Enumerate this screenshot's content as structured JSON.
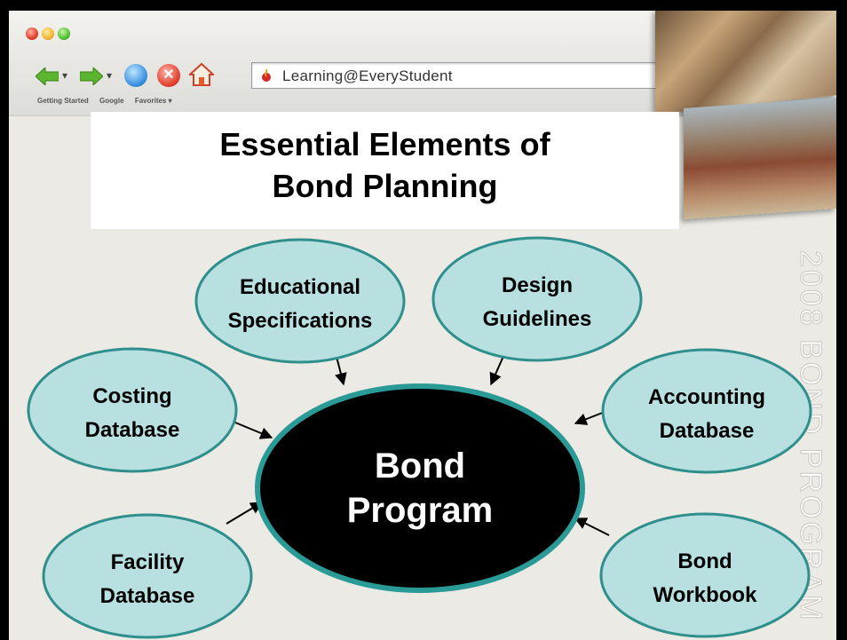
{
  "browser": {
    "address": "Learning@EveryStudent",
    "bookmarks": [
      "Getting Started",
      "Google",
      "Favorites ▾"
    ],
    "dropdown_arrow": "▾"
  },
  "slide": {
    "title_line_1": "Essential Elements of",
    "title_line_2": "Bond Planning",
    "watermark": "2008 BOND PROGRAM"
  },
  "diagram": {
    "center": {
      "line1": "Bond",
      "line2": "Program"
    },
    "nodes": [
      {
        "id": "educational-specifications",
        "line1": "Educational",
        "line2": "Specifications"
      },
      {
        "id": "design-guidelines",
        "line1": "Design",
        "line2": "Guidelines"
      },
      {
        "id": "costing-database",
        "line1": "Costing",
        "line2": "Database"
      },
      {
        "id": "accounting-database",
        "line1": "Accounting",
        "line2": "Database"
      },
      {
        "id": "facility-database",
        "line1": "Facility",
        "line2": "Database"
      },
      {
        "id": "bond-workbook",
        "line1": "Bond",
        "line2": "Workbook"
      }
    ]
  },
  "colors": {
    "node_fill": "#b8e0e0",
    "node_stroke": "#2f8f8c",
    "center_fill": "#000000",
    "center_stroke": "#2a9a97"
  },
  "icons": [
    "back-arrow-icon",
    "forward-arrow-icon",
    "reload-icon",
    "stop-icon",
    "home-icon",
    "favicon-icon"
  ]
}
